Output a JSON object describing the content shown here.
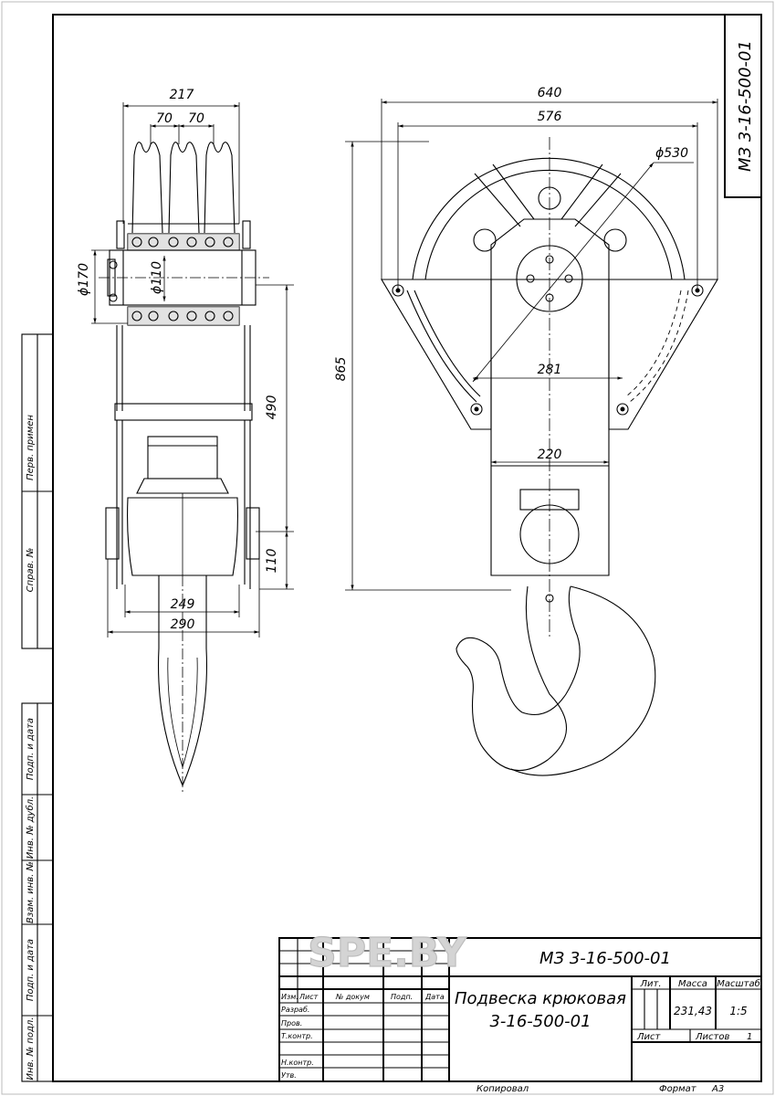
{
  "watermark": "SPE.BY",
  "side_view": {
    "dims": {
      "d217": "217",
      "d70a": "70",
      "d70b": "70",
      "d170": "ϕ170",
      "d110": "ϕ110",
      "d490": "490",
      "d110v": "110",
      "d249": "249",
      "d290": "290"
    }
  },
  "front_view": {
    "dims": {
      "d640": "640",
      "d576": "576",
      "d530": "ϕ530",
      "d865": "865",
      "d281": "281",
      "d220": "220"
    }
  },
  "designation_vertical": "МЗ 3-16-500-01",
  "left_strip": {
    "perv_primen": "Перв. примен",
    "sprav_no": "Справ. №",
    "podp_data_1": "Подп. и дата",
    "inv_dubl": "Инв. № дубл.",
    "vzam_inv": "Взам. инв. №",
    "podp_data_2": "Подп. и дата",
    "inv_podl": "Инв. № подл."
  },
  "title_block": {
    "designation": "МЗ 3-16-500-01",
    "name_line1": "Подвеска крюковая",
    "name_line2": "3-16-500-01",
    "col_izm": "Изм.",
    "col_list": "Лист",
    "col_dokum": "№ докум",
    "col_podp": "Подп.",
    "col_data": "Дата",
    "row_razrab": "Разраб.",
    "row_prov": "Пров.",
    "row_tkontr": "Т.контр.",
    "row_nkontr": "Н.контр.",
    "row_utv": "Утв.",
    "lit": "Лит.",
    "massa_label": "Масса",
    "masshtab_label": "Масштаб",
    "massa_value": "231,43",
    "masshtab_value": "1:5",
    "list_label": "Лист",
    "listov_label": "Листов",
    "listov_value": "1"
  },
  "footer": {
    "kopiroval": "Копировал",
    "format_label": "Формат",
    "format_value": "А3"
  }
}
